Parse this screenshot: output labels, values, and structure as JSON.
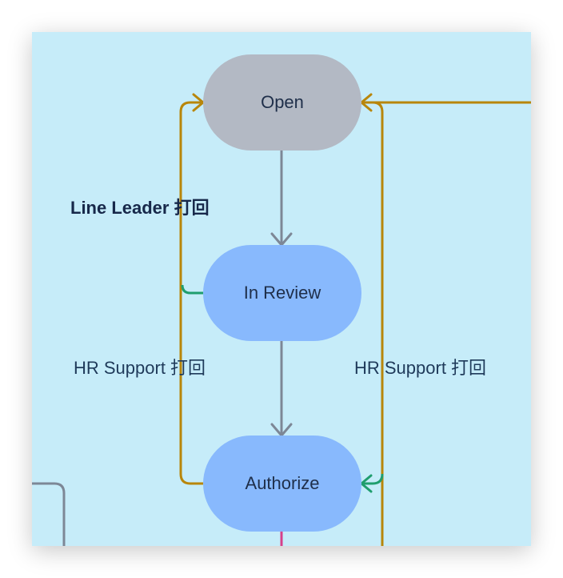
{
  "colors": {
    "canvas_bg": "#c6ecf9",
    "node_open": "#b3b9c4",
    "node_active": "#88b9fd",
    "edge_gray": "#7d8796",
    "edge_gold": "#b8860b",
    "edge_green": "#1f9e6e",
    "edge_pink": "#d6418a"
  },
  "nodes": {
    "open": "Open",
    "in_review": "In Review",
    "authorize": "Authorize"
  },
  "edge_labels": {
    "line_leader_reject": "Line Leader 打回",
    "hr_support_reject_left": "HR Support 打回",
    "hr_support_reject_right": "HR Support 打回"
  }
}
